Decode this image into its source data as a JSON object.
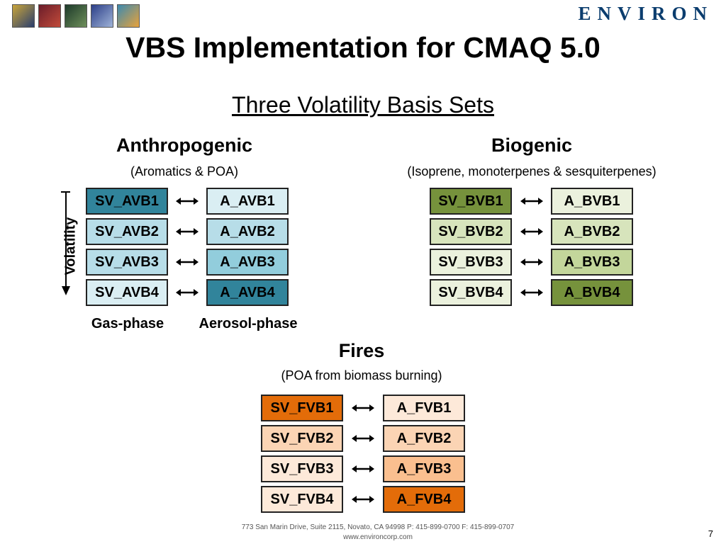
{
  "header": {
    "logo_text": "ENVIRON",
    "title": "VBS Implementation for CMAQ 5.0",
    "subtitle": "Three Volatility Basis Sets"
  },
  "thumbnails": [
    "photo-globe-icon",
    "photo-dna-icon",
    "photo-forest-icon",
    "photo-bridge-icon",
    "photo-balloon-icon"
  ],
  "anthropogenic": {
    "title": "Anthropogenic",
    "subtitle": "(Aromatics & POA)",
    "gas": [
      "SV_AVB1",
      "SV_AVB2",
      "SV_AVB3",
      "SV_AVB4"
    ],
    "aerosol": [
      "A_AVB1",
      "A_AVB2",
      "A_AVB3",
      "A_AVB4"
    ],
    "gas_colors": [
      "#31849b",
      "#b7dde8",
      "#b7dde8",
      "#daeef3"
    ],
    "aerosol_colors": [
      "#daeef3",
      "#b7dde8",
      "#92cddc",
      "#31849b"
    ],
    "gas_phase_label": "Gas-phase",
    "aerosol_phase_label": "Aerosol-phase",
    "volatility_label": "Volatility"
  },
  "biogenic": {
    "title": "Biogenic",
    "subtitle": "(Isoprene, monoterpenes & sesquiterpenes)",
    "gas": [
      "SV_BVB1",
      "SV_BVB2",
      "SV_BVB3",
      "SV_BVB4"
    ],
    "aerosol": [
      "A_BVB1",
      "A_BVB2",
      "A_BVB3",
      "A_BVB4"
    ],
    "gas_colors": [
      "#76923c",
      "#d7e4bc",
      "#ebf1dd",
      "#ebf1dd"
    ],
    "aerosol_colors": [
      "#ebf1dd",
      "#d7e4bc",
      "#c3d69b",
      "#76923c"
    ]
  },
  "fires": {
    "title": "Fires",
    "subtitle": "(POA from biomass burning)",
    "gas": [
      "SV_FVB1",
      "SV_FVB2",
      "SV_FVB3",
      "SV_FVB4"
    ],
    "aerosol": [
      "A_FVB1",
      "A_FVB2",
      "A_FVB3",
      "A_FVB4"
    ],
    "gas_colors": [
      "#e36c09",
      "#fbd4b4",
      "#fde9d9",
      "#fde9d9"
    ],
    "aerosol_colors": [
      "#fde9d9",
      "#fbd4b4",
      "#fabf8f",
      "#e36c09"
    ]
  },
  "footer": {
    "address": "773 San Marin Drive, Suite 2115, Novato, CA 94998 P: 415-899-0700 F: 415-899-0707",
    "website": "www.environcorp.com",
    "page_number": "7"
  }
}
